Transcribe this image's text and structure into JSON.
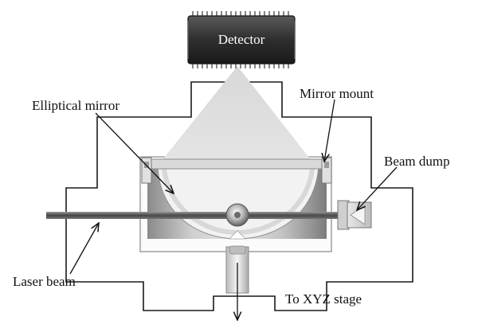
{
  "labels": {
    "detector": "Detector",
    "mirror_mount": "Mirror mount",
    "elliptical_mirror": "Elliptical mirror",
    "beam_dump": "Beam dump",
    "laser_beam": "Laser beam",
    "xyz_stage": "To XYZ stage"
  }
}
